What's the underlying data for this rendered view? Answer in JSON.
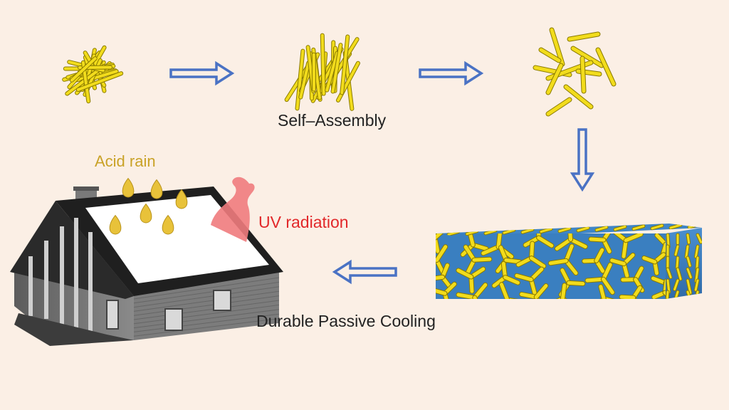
{
  "labels": {
    "self_assembly": "Self–Assembly",
    "acid_rain": "Acid rain",
    "uv_radiation": "UV radiation",
    "durable_passive_cooling": "Durable Passive Cooling"
  },
  "colors": {
    "background": "#fbefe5",
    "arrow": "#4a72c4",
    "nanorod": "#f2dc1c",
    "nanorod_edge": "#8a7a00",
    "film_matrix": "#3a7fc0",
    "acid_rain_text": "#c9a227",
    "raindrop": "#e8c23a",
    "uv_text": "#e2282a",
    "uv_symbol": "#f07b7d",
    "roof_dark": "#1e1e1e",
    "roof_white": "#ffffff",
    "wall": "#6b6b6b"
  },
  "icons": {
    "rods_cluster": "nanorod-cluster-icon",
    "rods_bundle": "nanorod-bundle-icon",
    "rods_network": "nanorod-network-icon",
    "film": "nanocomposite-film-icon",
    "house": "house-icon",
    "raindrop": "raindrop-icon",
    "uv": "uv-radiation-icon",
    "arrow": "arrow-icon"
  }
}
